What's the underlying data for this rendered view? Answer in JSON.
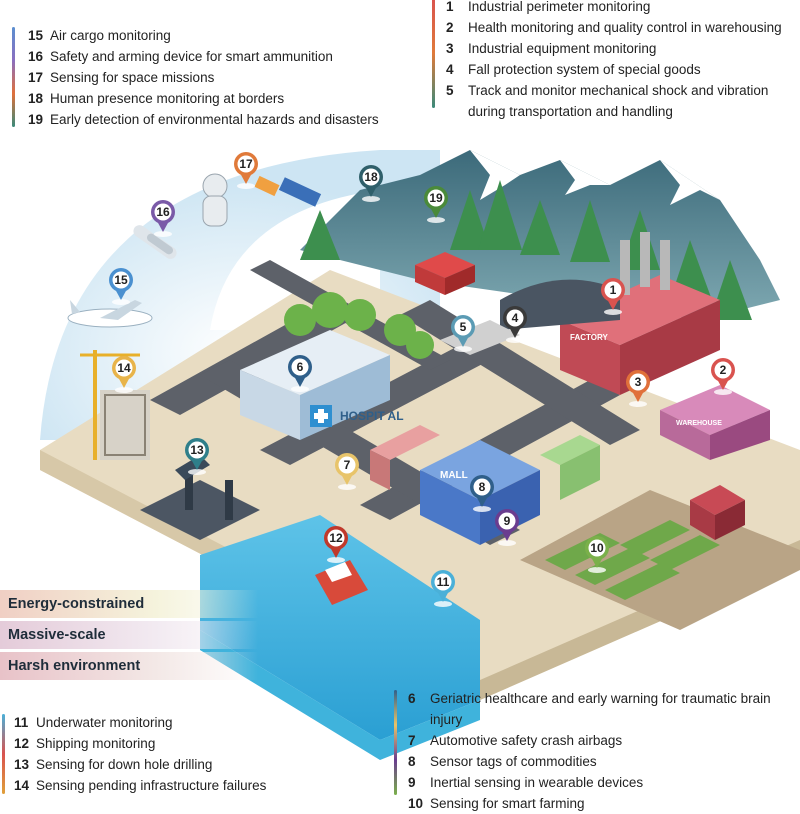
{
  "legend_top_left": [
    {
      "num": "15",
      "text": "Air cargo monitoring"
    },
    {
      "num": "16",
      "text": "Safety and arming device for smart ammunition"
    },
    {
      "num": "17",
      "text": "Sensing for space missions"
    },
    {
      "num": "18",
      "text": "Human presence monitoring at borders"
    },
    {
      "num": "19",
      "text": "Early detection of environmental hazards and disasters"
    }
  ],
  "legend_top_right": [
    {
      "num": "1",
      "text": "Industrial perimeter monitoring"
    },
    {
      "num": "2",
      "text": "Health monitoring and quality control in warehousing"
    },
    {
      "num": "3",
      "text": "Industrial equipment monitoring"
    },
    {
      "num": "4",
      "text": "Fall protection system of special goods"
    },
    {
      "num": "5",
      "text": "Track and monitor mechanical shock and vibration during transportation and handling"
    }
  ],
  "legend_bottom_left": [
    {
      "num": "11",
      "text": "Underwater monitoring"
    },
    {
      "num": "12",
      "text": "Shipping monitoring"
    },
    {
      "num": "13",
      "text": "Sensing for down hole drilling"
    },
    {
      "num": "14",
      "text": "Sensing pending infrastructure failures"
    }
  ],
  "legend_bottom_right": [
    {
      "num": "6",
      "text": "Geriatric healthcare and early warning for traumatic brain injury"
    },
    {
      "num": "7",
      "text": "Automotive safety crash airbags"
    },
    {
      "num": "8",
      "text": "Sensor tags of commodities"
    },
    {
      "num": "9",
      "text": "Inertial sensing in wearable devices"
    },
    {
      "num": "10",
      "text": "Sensing for smart farming"
    }
  ],
  "challenges": [
    "Energy-constrained",
    "Massive-scale",
    "Harsh environment"
  ],
  "pins": [
    {
      "num": "1",
      "color": "#d9534f"
    },
    {
      "num": "2",
      "color": "#d9534f"
    },
    {
      "num": "3",
      "color": "#e0703a"
    },
    {
      "num": "4",
      "color": "#3a3a3a"
    },
    {
      "num": "5",
      "color": "#5b9bb4"
    },
    {
      "num": "6",
      "color": "#2f5f8a"
    },
    {
      "num": "7",
      "color": "#e8c46a"
    },
    {
      "num": "8",
      "color": "#2f5f8a"
    },
    {
      "num": "9",
      "color": "#6a3d8f"
    },
    {
      "num": "10",
      "color": "#7ab04a"
    },
    {
      "num": "11",
      "color": "#4ab0d8"
    },
    {
      "num": "12",
      "color": "#c0392b"
    },
    {
      "num": "13",
      "color": "#2f7f8a"
    },
    {
      "num": "14",
      "color": "#e8b44a"
    },
    {
      "num": "15",
      "color": "#4a90d0"
    },
    {
      "num": "16",
      "color": "#7a5aa8"
    },
    {
      "num": "17",
      "color": "#e07a3a"
    },
    {
      "num": "18",
      "color": "#2f5f6a"
    },
    {
      "num": "19",
      "color": "#4a8a3a"
    }
  ],
  "building_labels": {
    "hospital": "HOSPIT AL",
    "mall": "MALL",
    "factory": "FACTORY",
    "warehouse": "WAREHOUSE"
  },
  "legend_bar_colors": {
    "top_left": [
      "#5b8fd0",
      "#8a6fc0",
      "#e0703a",
      "#3a8a7a"
    ],
    "top_right": [
      "#d9534f",
      "#e07a3a",
      "#3a8a7a"
    ],
    "bottom_left": [
      "#4ab0d8",
      "#d9534f",
      "#e0a03a"
    ],
    "bottom_right": [
      "#2f5f8a",
      "#e8c46a",
      "#6a3d8f",
      "#7ab04a"
    ]
  }
}
